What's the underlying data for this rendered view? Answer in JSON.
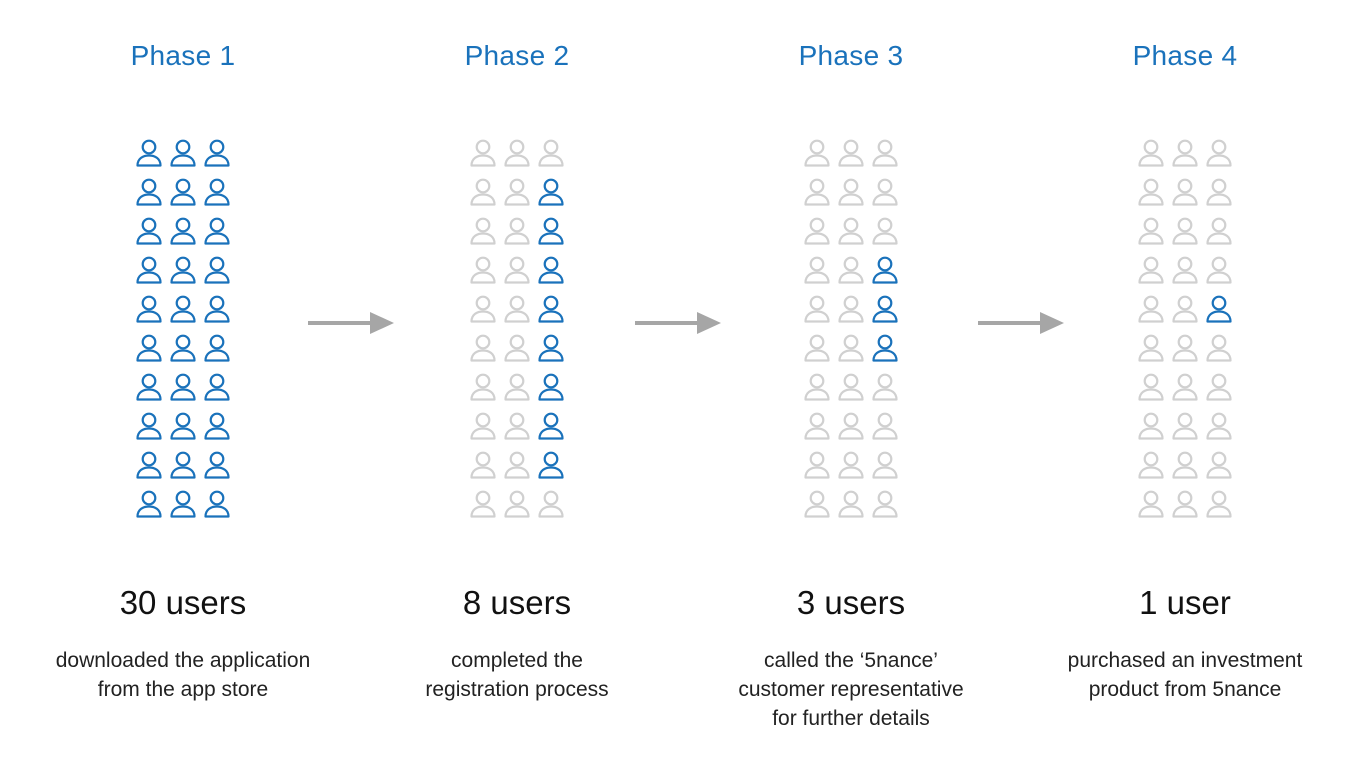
{
  "colors": {
    "active": "#1a72bb",
    "inactive": "#d0d0d0",
    "arrow": "#a6a6a6"
  },
  "icons": {
    "person": "person-outline-icon",
    "arrow": "arrow-right-icon"
  },
  "phases": [
    {
      "title": "Phase 1",
      "count": "30 users",
      "desc": [
        "downloaded the application",
        "from the app store"
      ],
      "total_icons": 30,
      "highlighted_icons": 30
    },
    {
      "title": "Phase 2",
      "count": "8 users",
      "desc": [
        "completed the",
        "registration process"
      ],
      "total_icons": 30,
      "highlighted_icons": 8
    },
    {
      "title": "Phase 3",
      "count": "3 users",
      "desc": [
        "called the ‘5nance’",
        "customer representative",
        "for further details"
      ],
      "total_icons": 30,
      "highlighted_icons": 3
    },
    {
      "title": "Phase 4",
      "count": "1 user",
      "desc": [
        "purchased an investment",
        "product from 5nance"
      ],
      "total_icons": 30,
      "highlighted_icons": 1
    }
  ]
}
